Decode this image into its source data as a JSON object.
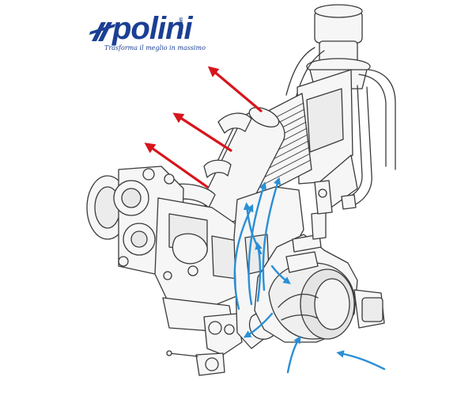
{
  "logo": {
    "brand": "polini",
    "sub": "motori",
    "tagline": "Trasforma il meglio in massimo"
  },
  "colors": {
    "hot_arrow": "#d8141c",
    "cool_arrow": "#2a8fd6",
    "line": "#3a3a3a",
    "fill": "#f4f4f4",
    "brand": "#1b3f94"
  },
  "arrows": {
    "hot_count": 3,
    "cool_count": 9
  }
}
